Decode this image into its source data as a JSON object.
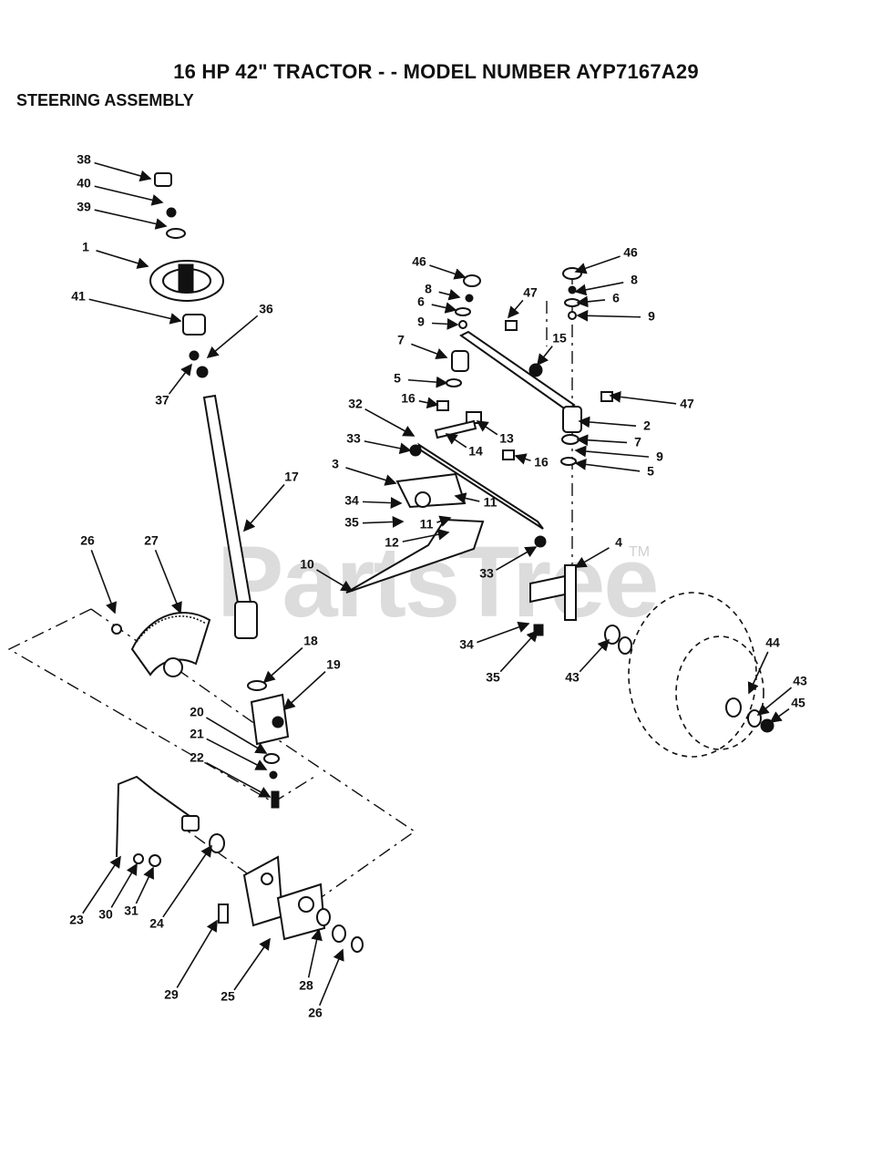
{
  "title": "16 HP 42\" TRACTOR - - MODEL NUMBER AYP7167A29",
  "subtitle": "STEERING ASSEMBLY",
  "watermark": "PartsTree",
  "watermark_tm": "TM",
  "callouts": [
    "38",
    "40",
    "39",
    "1",
    "41",
    "36",
    "37",
    "17",
    "26",
    "27",
    "18",
    "19",
    "20",
    "21",
    "22",
    "23",
    "30",
    "31",
    "24",
    "29",
    "25",
    "28",
    "26",
    "46",
    "8",
    "6",
    "9",
    "7",
    "5",
    "16",
    "47",
    "15",
    "46",
    "8",
    "6",
    "9",
    "32",
    "33",
    "3",
    "34",
    "35",
    "11",
    "11",
    "12",
    "14",
    "13",
    "16",
    "2",
    "7",
    "9",
    "5",
    "10",
    "33",
    "4",
    "34",
    "35",
    "43",
    "44",
    "43",
    "45",
    "47"
  ]
}
